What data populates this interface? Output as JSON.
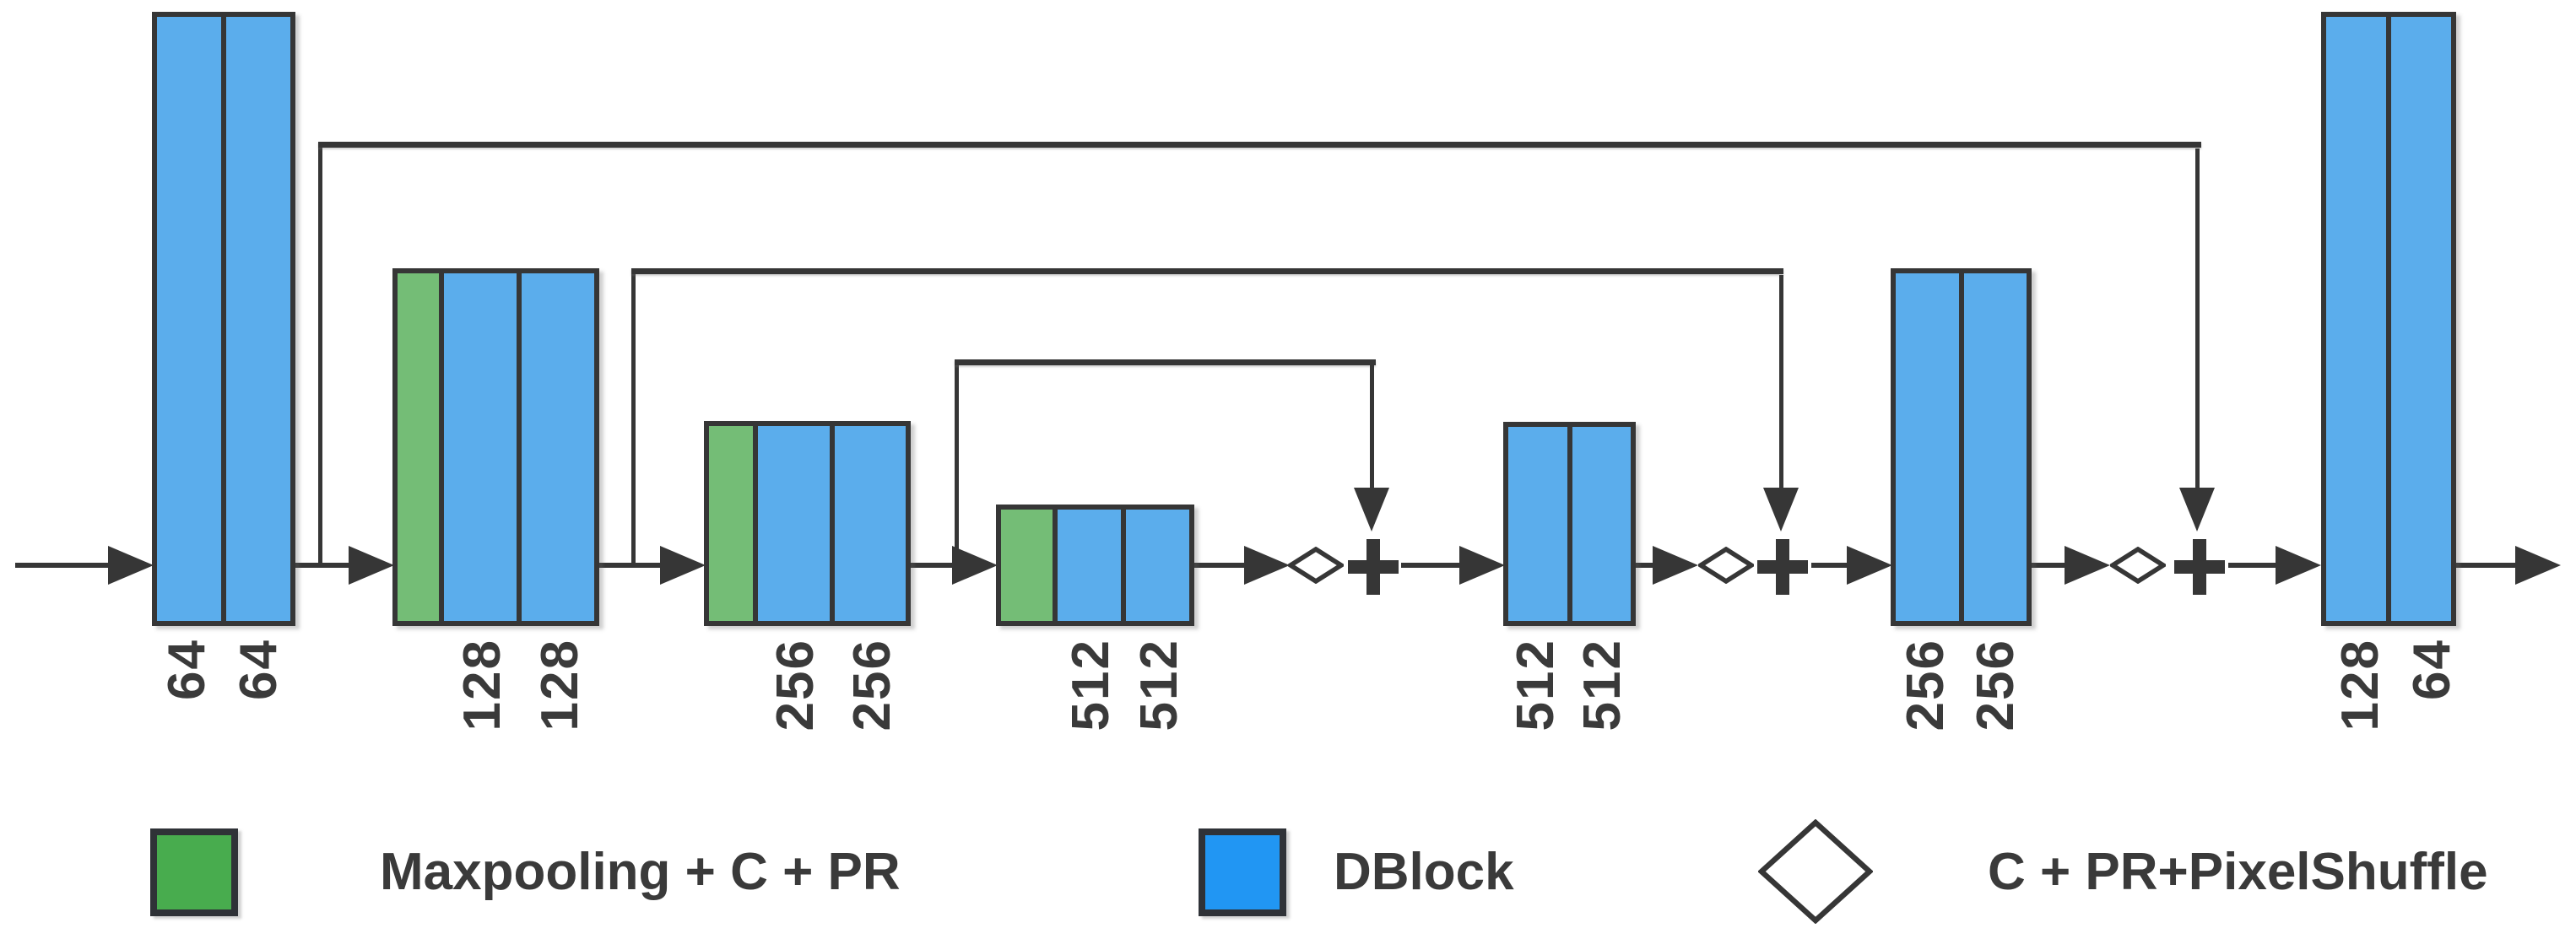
{
  "colors": {
    "line": "#363636",
    "block-blue": "#5badec",
    "block-green": "#74bd76",
    "legend-blue": "#2196f3",
    "legend-green": "#48ac4e",
    "label-text": "#3a3a3a"
  },
  "blocks": [
    {
      "labels": [
        "64",
        "64"
      ]
    },
    {
      "labels": [
        "128",
        "128"
      ]
    },
    {
      "labels": [
        "256",
        "256"
      ]
    },
    {
      "labels": [
        "512",
        "512"
      ]
    },
    {
      "labels": [
        "512",
        "512"
      ]
    },
    {
      "labels": [
        "256",
        "256"
      ]
    },
    {
      "labels": [
        "128",
        "64"
      ]
    }
  ],
  "legend": {
    "items": [
      {
        "label": "Maxpooling + C + PR"
      },
      {
        "label": "DBlock"
      },
      {
        "label": "C + PR+PixelShuffle"
      }
    ]
  }
}
